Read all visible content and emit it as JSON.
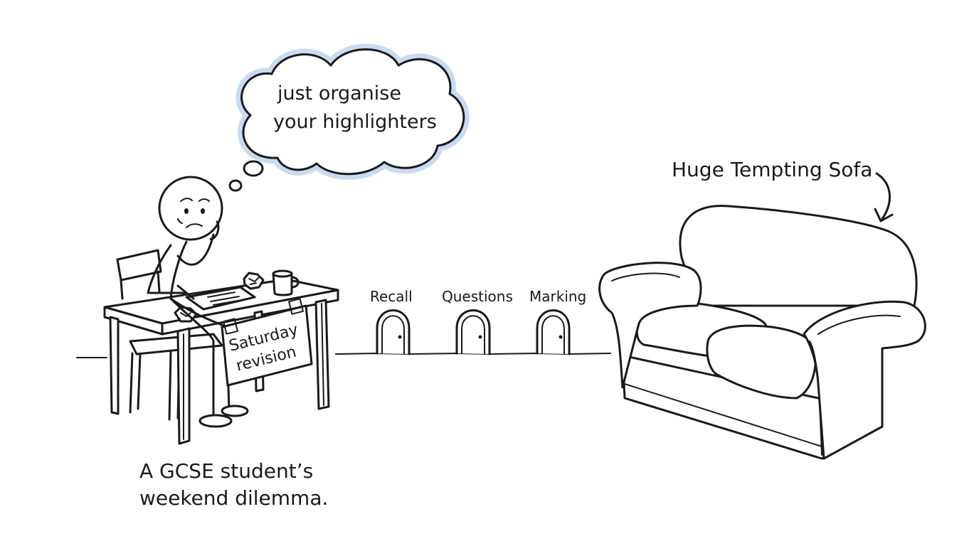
{
  "thought": {
    "line1": "just organise",
    "line2": "your highlighters",
    "cloud_fill": "#ffffff",
    "cloud_glow": "#c9dbf3"
  },
  "sign": {
    "line1": "Saturday",
    "line2": "revision"
  },
  "doors": [
    {
      "label": "Recall"
    },
    {
      "label": "Questions"
    },
    {
      "label": "Marking"
    }
  ],
  "sofa": {
    "label": "Huge Tempting Sofa"
  },
  "caption": {
    "line1": "A GCSE student’s",
    "line2": "weekend dilemma."
  }
}
